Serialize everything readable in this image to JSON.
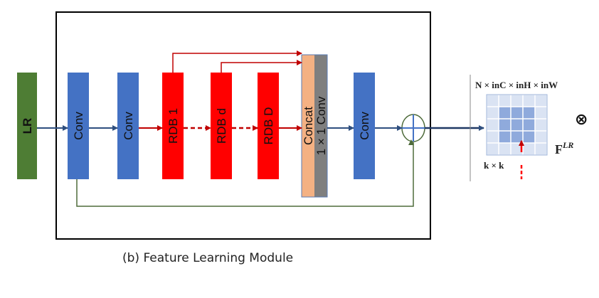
{
  "input": {
    "label": "LR"
  },
  "blocks": {
    "conv1": "Conv",
    "conv2": "Conv",
    "rdb1": "RDB 1",
    "rdbd": "RDB d",
    "rdbD": "RDB D",
    "concat": "Concat",
    "conv1x1": "1 × 1  Conv",
    "conv3": "Conv"
  },
  "caption": "(b) Feature Learning  Module",
  "kernel_panel": {
    "dims_label": "N × inC  × inH × inW",
    "kernel_label": "k × k",
    "feature_label": "F",
    "feature_sup": "LR",
    "op_symbol": "⊗"
  },
  "colors": {
    "lr_green": "#4e7d34",
    "conv_blue": "#4472c4",
    "rdb_red": "#ff0000",
    "concat_orange": "#f4b183",
    "conv1x1_gray": "#7f7f7f",
    "arrow_blue": "#2f4f7f",
    "arrow_red": "#c00000",
    "skip_green": "#4e6b3a",
    "grid_fill": "#dae3f3",
    "grid_highlight": "#8faadc"
  }
}
